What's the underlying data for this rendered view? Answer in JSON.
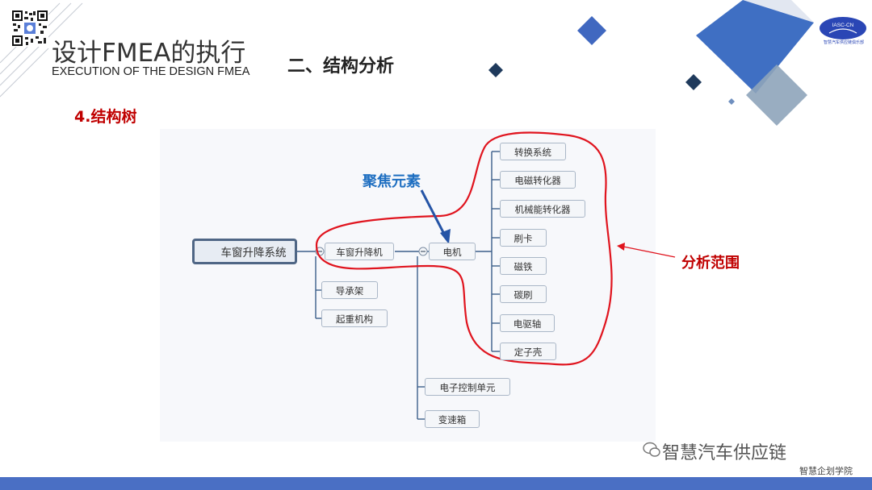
{
  "header": {
    "title": "设计FMEA的执行",
    "subtitle": "EXECUTION OF THE DESIGN FMEA",
    "section": "二、结构分析",
    "subsection": "4.结构树"
  },
  "logo": {
    "text": "IASC-CN",
    "caption": "智慧汽车供应链俱乐部"
  },
  "diagram": {
    "root": "车窗升降系统",
    "level1": [
      "车窗升降机",
      "导承架",
      "起重机构"
    ],
    "level2": [
      "电机",
      "电子控制单元",
      "变速箱"
    ],
    "level3": [
      "转换系统",
      "电磁转化器",
      "机械能转化器",
      "刷卡",
      "磁铁",
      "碳刷",
      "电驱轴",
      "定子壳"
    ],
    "focus_label": "聚焦元素",
    "scope_label": "分析范围",
    "colors": {
      "focus": "#1f6fc1",
      "scope": "#c00000",
      "lines": "#3d5f8a"
    }
  },
  "watermark": {
    "main": "智慧汽车供应链",
    "sub": "智慧企划学院"
  }
}
